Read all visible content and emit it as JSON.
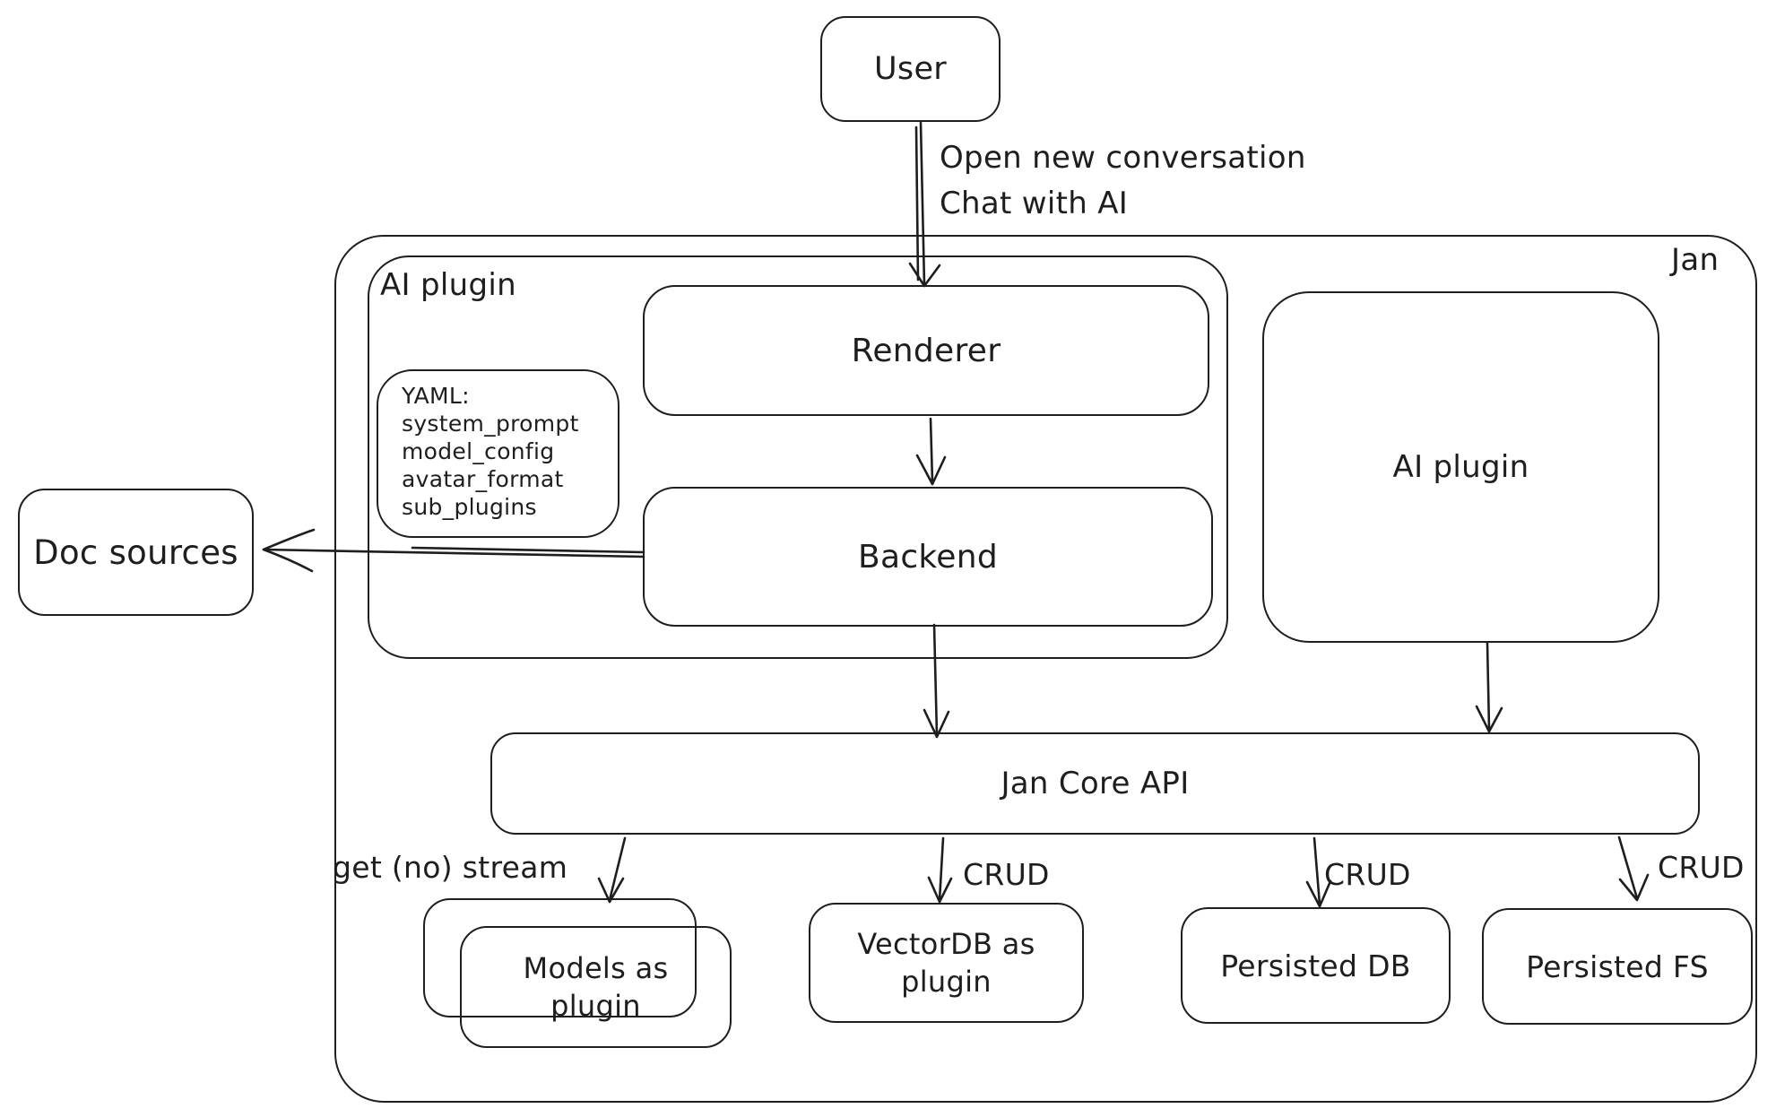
{
  "colors": {
    "stroke": "#1e1e1e",
    "background": "#ffffff"
  },
  "nodes": {
    "user": {
      "label": "User"
    },
    "jan_container": {
      "label": "Jan"
    },
    "ai_plugin_group": {
      "label": "AI plugin"
    },
    "renderer": {
      "label": "Renderer"
    },
    "backend": {
      "label": "Backend"
    },
    "yaml_note": {
      "lines": [
        "YAML:",
        "system_prompt",
        "model_config",
        "avatar_format",
        "sub_plugins"
      ]
    },
    "ai_plugin_box": {
      "label": "AI plugin"
    },
    "doc_sources": {
      "label": "Doc sources"
    },
    "jan_core_api": {
      "label": "Jan Core API"
    },
    "models_plugin": {
      "label": "Models as plugin"
    },
    "vector_db": {
      "label": "VectorDB as plugin"
    },
    "persisted_db": {
      "label": "Persisted DB"
    },
    "persisted_fs": {
      "label": "Persisted FS"
    }
  },
  "edges": {
    "user_to_renderer": {
      "label_line1": "Open new conversation",
      "label_line2": "Chat with AI"
    },
    "api_to_models": {
      "label": "get (no) stream"
    },
    "api_to_vectordb": {
      "label": "CRUD"
    },
    "api_to_persisted_db": {
      "label": "CRUD"
    },
    "api_to_persisted_fs": {
      "label": "CRUD"
    }
  }
}
